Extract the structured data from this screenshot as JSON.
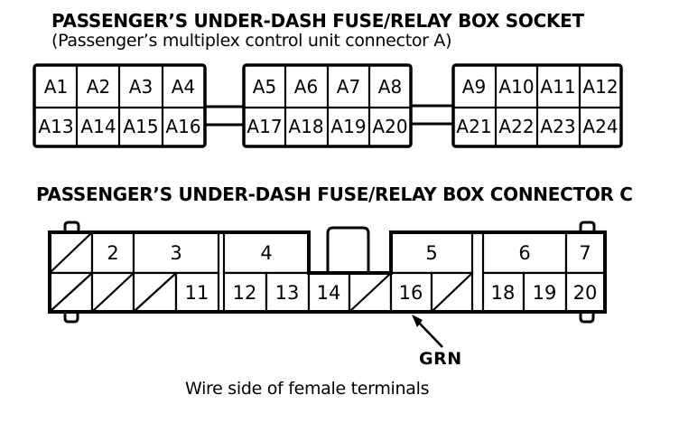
{
  "page": {
    "paper_color": "#ffffff",
    "ink_color": "#000000"
  },
  "socket": {
    "title": "PASSENGER’S UNDER-DASH FUSE/RELAY BOX SOCKET",
    "subtitle": "(Passenger’s multiplex control unit connector A)",
    "blocks": [
      {
        "top": [
          "A1",
          "A2",
          "A3",
          "A4"
        ],
        "bottom": [
          "A13",
          "A14",
          "A15",
          "A16"
        ]
      },
      {
        "top": [
          "A5",
          "A6",
          "A7",
          "A8"
        ],
        "bottom": [
          "A17",
          "A18",
          "A19",
          "A20"
        ]
      },
      {
        "top": [
          "A9",
          "A10",
          "A11",
          "A12"
        ],
        "bottom": [
          "A21",
          "A22",
          "A23",
          "A24"
        ]
      }
    ]
  },
  "connector_c": {
    "title": "PASSENGER’S UNDER-DASH FUSE/RELAY BOX CONNECTOR C",
    "top_cells": [
      {
        "label": "",
        "slashed": true
      },
      {
        "label": "2"
      },
      {
        "label": "3"
      },
      {
        "label": "4"
      },
      {
        "label": "5"
      },
      {
        "label": "6"
      },
      {
        "label": "7"
      }
    ],
    "bottom_cells": [
      {
        "label": "",
        "slashed": true
      },
      {
        "label": "",
        "slashed": true
      },
      {
        "label": "",
        "slashed": true
      },
      {
        "label": "11"
      },
      {
        "label": "12"
      },
      {
        "label": "13"
      },
      {
        "label": "14"
      },
      {
        "label": "",
        "slashed": true
      },
      {
        "label": "16"
      },
      {
        "label": "",
        "slashed": true
      },
      {
        "label": "18"
      },
      {
        "label": "19"
      },
      {
        "label": "20"
      }
    ]
  },
  "annotations": {
    "wire_color_label": "GRN",
    "caption": "Wire side of female terminals"
  }
}
